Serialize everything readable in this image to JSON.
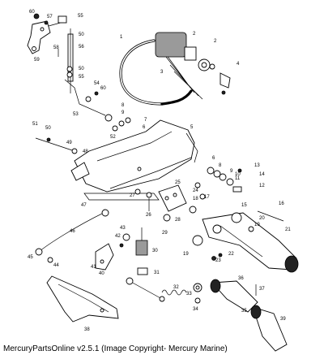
{
  "footer": "MercuryPartsOnline v2.5.1 (Image Copyright- Mercury Marine)",
  "callouts": {
    "c1": "1",
    "c2a": "2",
    "c2b": "2",
    "c3": "3",
    "c4": "4",
    "c5": "5",
    "c6a": "6",
    "c6b": "6",
    "c7": "7",
    "c8a": "8",
    "c8b": "8",
    "c9": "9",
    "c10": "10",
    "c11": "11",
    "c12": "12",
    "c13": "13",
    "c14": "14",
    "c15": "15",
    "c16": "16",
    "c17": "17",
    "c18": "18",
    "c19a": "19",
    "c19b": "19",
    "c20": "20",
    "c21": "21",
    "c22": "22",
    "c23": "23",
    "c24": "24",
    "c25": "25",
    "c26": "26",
    "c27": "27",
    "c28": "28",
    "c29": "29",
    "c30": "30",
    "c31": "31",
    "c32": "32",
    "c33": "33",
    "c34": "34",
    "c35": "35",
    "c36": "36",
    "c37": "37",
    "c38": "38",
    "c39": "39",
    "c40": "40",
    "c41": "41",
    "c42": "42",
    "c43": "43",
    "c44": "44",
    "c45": "45",
    "c46": "46",
    "c47": "47",
    "c48": "48",
    "c49": "49",
    "c50a": "50",
    "c50b": "50",
    "c50c": "50",
    "c51": "51",
    "c52": "52",
    "c53": "53",
    "c54": "54",
    "c55a": "55",
    "c55b": "55",
    "c56": "56",
    "c57": "57",
    "c58": "58",
    "c59": "59",
    "c60a": "60",
    "c60b": "60"
  }
}
